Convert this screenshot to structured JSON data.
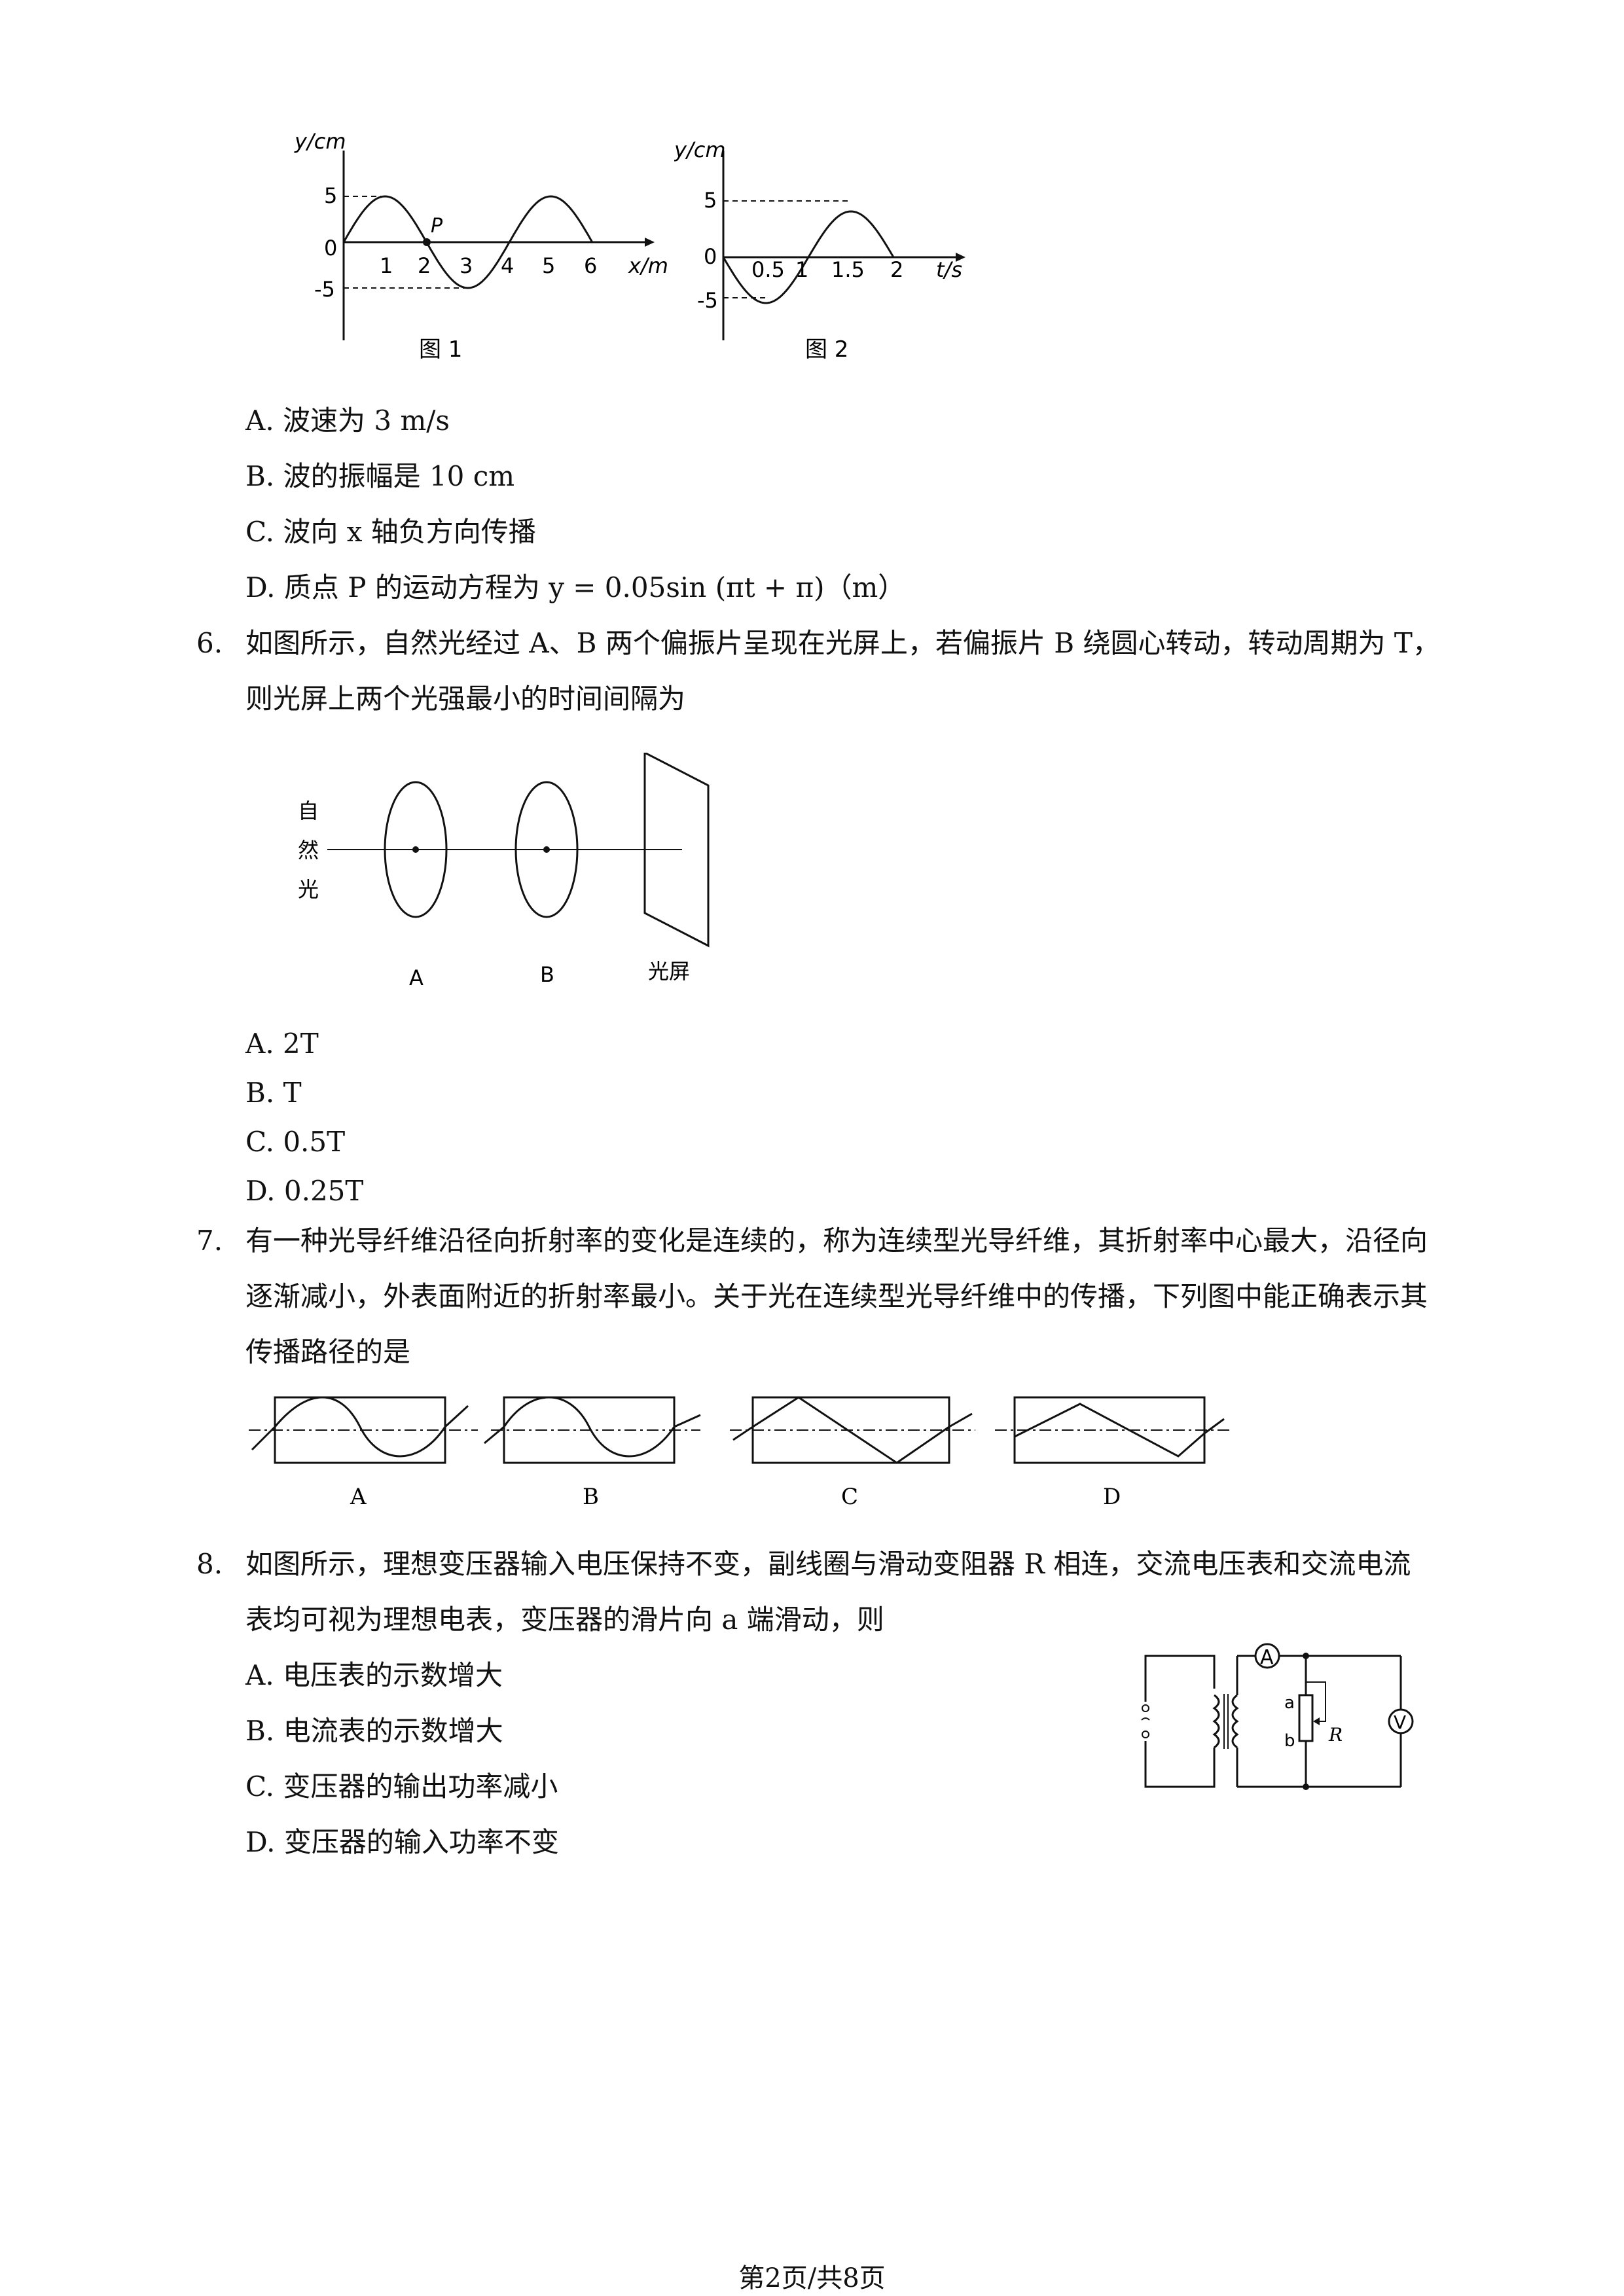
{
  "q5": {
    "fig1": {
      "y_label": "y/cm",
      "x_label": "x/m",
      "y_ticks": [
        "5",
        "0",
        "-5"
      ],
      "x_ticks": [
        "1",
        "2",
        "3",
        "4",
        "5",
        "6"
      ],
      "point_label": "P",
      "caption": "图 1"
    },
    "fig2": {
      "y_label": "y/cm",
      "x_label": "t/s",
      "y_ticks": [
        "5",
        "0",
        "-5"
      ],
      "x_ticks": [
        "0.5",
        "1",
        "1.5",
        "2"
      ],
      "caption": "图 2"
    },
    "options": [
      "A. 波速为 3 m/s",
      "B. 波的振幅是 10 cm",
      "C. 波向 x 轴负方向传播",
      "D. 质点 P 的运动方程为 y = 0.05sin (πt + π)（m）"
    ]
  },
  "q6": {
    "number": "6.",
    "stem": [
      "如图所示，自然光经过 A、B 两个偏振片呈现在光屏上，若偏振片 B 绕圆心转动，转动周期为 T，",
      "则光屏上两个光强最小的时间间隔为"
    ],
    "figure": {
      "light_label": [
        "自",
        "然",
        "光"
      ],
      "label_a": "A",
      "label_b": "B",
      "label_screen": "光屏"
    },
    "options": [
      "A. 2T",
      "B. T",
      "C. 0.5T",
      "D. 0.25T"
    ]
  },
  "q7": {
    "number": "7.",
    "stem": [
      "有一种光导纤维沿径向折射率的变化是连续的，称为连续型光导纤维，其折射率中心最大，沿径向",
      "逐渐减小，外表面附近的折射率最小。关于光在连续型光导纤维中的传播，下列图中能正确表示其",
      "传播路径的是"
    ],
    "figure_labels": [
      "A",
      "B",
      "C",
      "D"
    ]
  },
  "q8": {
    "number": "8.",
    "stem": [
      "如图所示，理想变压器输入电压保持不变，副线圈与滑动变阻器 R 相连，交流电压表和交流电流",
      "表均可视为理想电表，变压器的滑片向 a 端滑动，则"
    ],
    "circuit": {
      "ammeter": "A",
      "voltmeter": "V",
      "label_a": "a",
      "label_b": "b",
      "label_r": "R"
    },
    "options": [
      "A. 电压表的示数增大",
      "B. 电流表的示数增大",
      "C. 变压器的输出功率减小",
      "D. 变压器的输入功率不变"
    ]
  },
  "footer": "第2页/共8页"
}
